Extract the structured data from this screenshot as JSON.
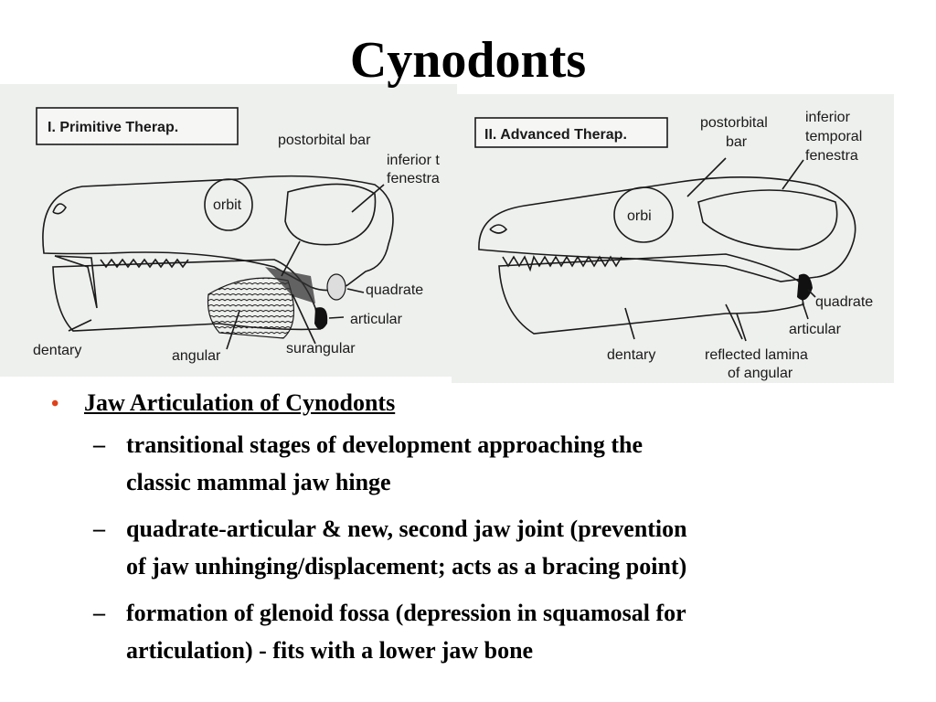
{
  "slide": {
    "title": "Cynodonts"
  },
  "figure_primitive": {
    "box_label": "I.  Primitive Therap.",
    "labels": {
      "postorbital_bar": "postorbital bar",
      "inferior_fenestra_line1": "inferior t",
      "inferior_fenestra_line2": "fenestra",
      "orbit": "orbit",
      "quadrate": "quadrate",
      "articular": "articular",
      "dentary": "dentary",
      "angular": "angular",
      "surangular": "surangular"
    }
  },
  "figure_advanced": {
    "box_label": "II.  Advanced Therap.",
    "labels": {
      "postorbital_line1": "postorbital",
      "postorbital_line2": "bar",
      "inferior_line1": "inferior",
      "inferior_line2": "temporal",
      "inferior_line3": "fenestra",
      "orbit": "orbi",
      "quadrate": "quadrate",
      "articular": "articular",
      "dentary": "dentary",
      "reflected_line1": "reflected lamina",
      "reflected_line2": "of angular"
    }
  },
  "bullets": {
    "heading": "Jaw Articulation of Cynodonts",
    "items": [
      {
        "line1": "transitional stages of development approaching the",
        "line2": "classic mammal jaw hinge"
      },
      {
        "line1": "quadrate-articular & new, second jaw joint (prevention",
        "line2": "of jaw unhinging/displacement; acts as a bracing point)"
      },
      {
        "line1": "formation of glenoid fossa (depression in squamosal for",
        "line2": "articulation) - fits with a lower jaw bone"
      }
    ],
    "bullet_color": "#e0411a"
  }
}
